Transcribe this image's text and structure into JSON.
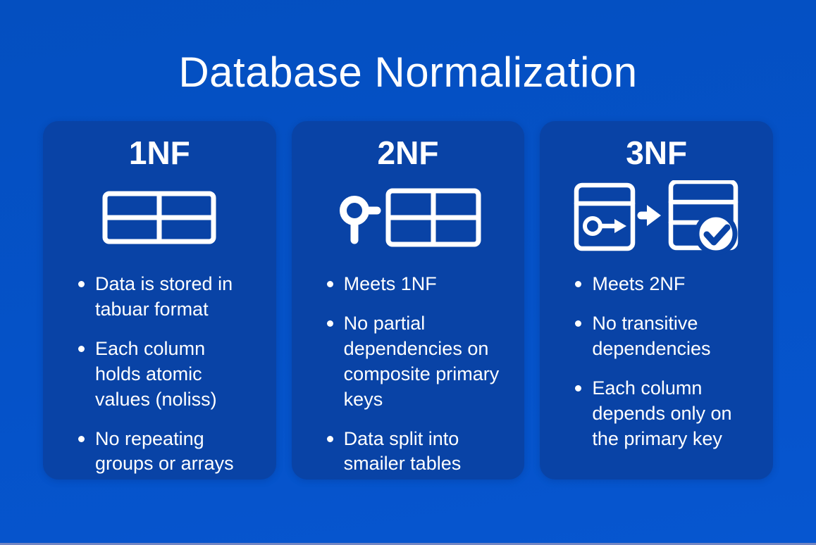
{
  "page": {
    "title": "Database Normalization",
    "colors": {
      "background": "#0552C8",
      "card": "#0943A6",
      "text": "#FFFFFF",
      "bottom_bar": "#7486C2"
    }
  },
  "cards": [
    {
      "title": "1NF",
      "icon": "table-grid-icon",
      "bullets": [
        "Data is stored in tabuar format",
        "Each column holds atomic values (noliss)",
        "No repeating groups or arrays"
      ]
    },
    {
      "title": "2NF",
      "icons": [
        "key-icon",
        "table-grid-icon"
      ],
      "bullets": [
        "Meets 1NF",
        "No partial dependencies on composite primary keys",
        "Data split into smailer tables"
      ]
    },
    {
      "title": "3NF",
      "icons": [
        "table-with-key-icon",
        "arrow-right-icon",
        "table-with-check-badge-icon"
      ],
      "bullets": [
        "Meets 2NF",
        "No transitive dependencies",
        "Each column depends only on the primary key"
      ]
    }
  ]
}
